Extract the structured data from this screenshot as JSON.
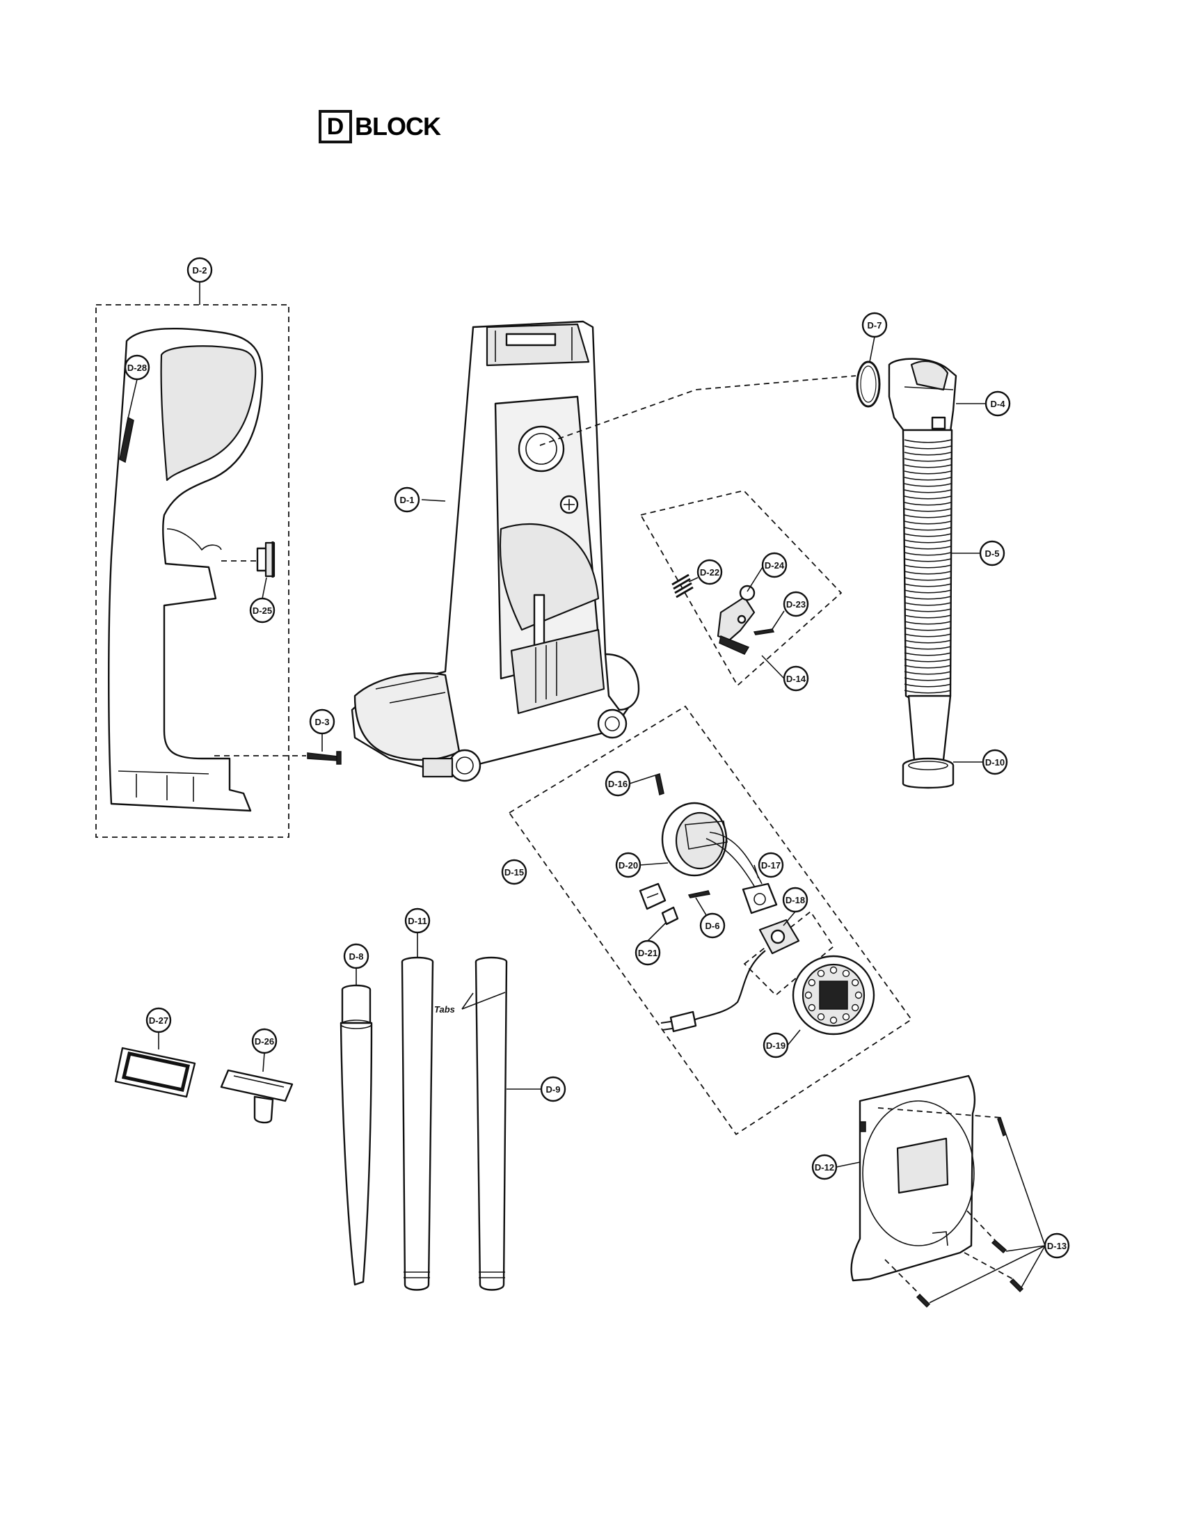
{
  "header": {
    "block_letter": "D",
    "block_word": "BLOCK"
  },
  "callouts": [
    {
      "id": "d1",
      "label": "D-1"
    },
    {
      "id": "d2",
      "label": "D-2"
    },
    {
      "id": "d3",
      "label": "D-3"
    },
    {
      "id": "d4",
      "label": "D-4"
    },
    {
      "id": "d5",
      "label": "D-5"
    },
    {
      "id": "d6",
      "label": "D-6"
    },
    {
      "id": "d7",
      "label": "D-7"
    },
    {
      "id": "d8",
      "label": "D-8"
    },
    {
      "id": "d9",
      "label": "D-9"
    },
    {
      "id": "d10",
      "label": "D-10"
    },
    {
      "id": "d11",
      "label": "D-11"
    },
    {
      "id": "d12",
      "label": "D-12"
    },
    {
      "id": "d13",
      "label": "D-13"
    },
    {
      "id": "d14",
      "label": "D-14"
    },
    {
      "id": "d15",
      "label": "D-15"
    },
    {
      "id": "d16",
      "label": "D-16"
    },
    {
      "id": "d17",
      "label": "D-17"
    },
    {
      "id": "d18",
      "label": "D-18"
    },
    {
      "id": "d19",
      "label": "D-19"
    },
    {
      "id": "d20",
      "label": "D-20"
    },
    {
      "id": "d21",
      "label": "D-21"
    },
    {
      "id": "d22",
      "label": "D-22"
    },
    {
      "id": "d23",
      "label": "D-23"
    },
    {
      "id": "d24",
      "label": "D-24"
    },
    {
      "id": "d25",
      "label": "D-25"
    },
    {
      "id": "d26",
      "label": "D-26"
    },
    {
      "id": "d27",
      "label": "D-27"
    },
    {
      "id": "d28",
      "label": "D-28"
    }
  ],
  "annotations": {
    "tabs": "Tabs"
  }
}
